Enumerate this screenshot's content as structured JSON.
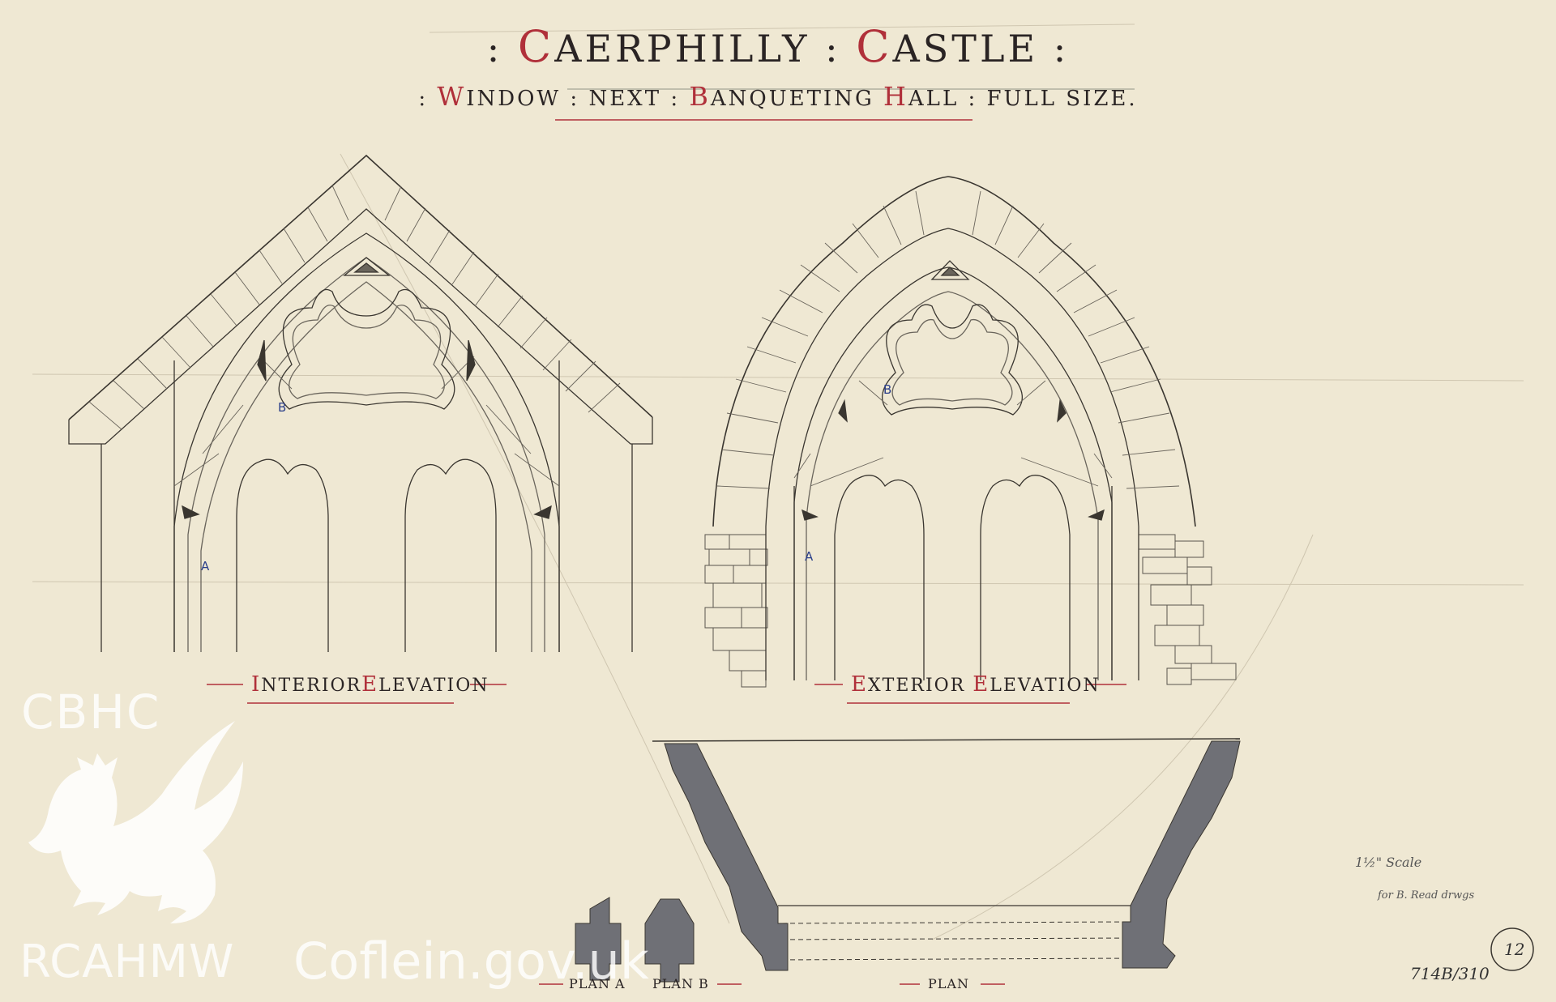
{
  "drawing": {
    "title": {
      "c1": "C",
      "w1": "AERPHILLY",
      "sep": ":",
      "c2": "C",
      "w2": "ASTLE"
    },
    "subtitle": {
      "c1": "W",
      "w1": "INDOW",
      "w2": "NEXT",
      "c3": "B",
      "w3": "ANQUETING",
      "c4": "H",
      "w4": "ALL",
      "w5": "FULL SIZE."
    },
    "interior_label": {
      "c1": "I",
      "w1": "NTERIOR",
      "c2": "E",
      "w2": "LEVATION"
    },
    "exterior_label": {
      "c1": "E",
      "w1": "XTERIOR",
      "c2": "E",
      "w2": "LEVATION"
    },
    "plan_a": "PLAN A",
    "plan_b": "PLAN B",
    "plan": "PLAN",
    "markers": {
      "a": "A",
      "b": "B"
    },
    "pencil_scale": "1½\" Scale",
    "pencil_note": "for B. Read drwgs",
    "ref_number": "714B/310",
    "circled_number": "12"
  },
  "watermark": {
    "cbhc": "CBHC",
    "rcahmw": "RCAHMW",
    "coflein": "Coflein.gov.uk",
    "dragon_icon": "welsh-dragon-icon"
  },
  "colors": {
    "paper": "#efe8d3",
    "ink": "#2a2424",
    "red": "#b0303a",
    "blue": "#2b3f8a",
    "wash": "#6f7076"
  }
}
